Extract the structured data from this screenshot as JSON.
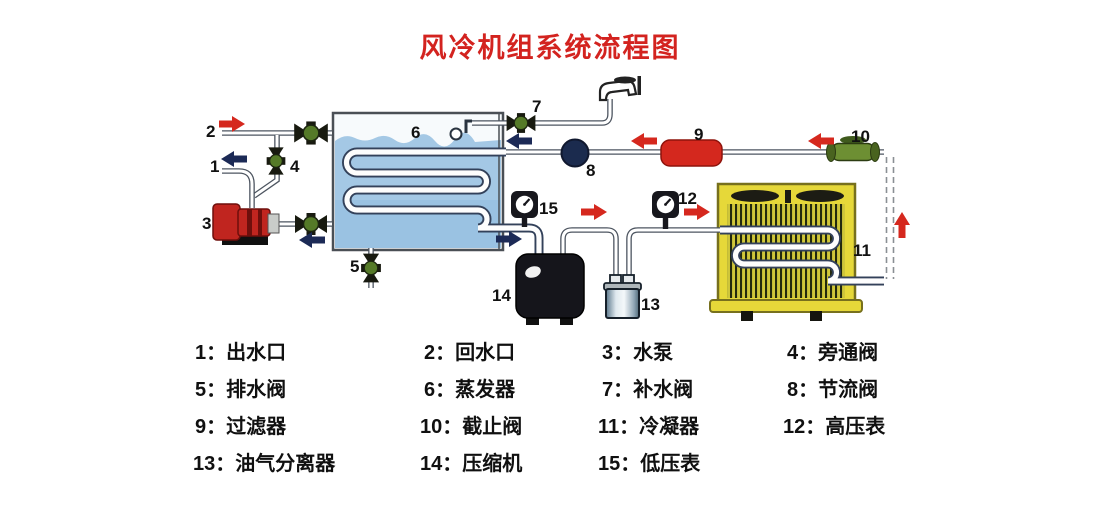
{
  "title": "风冷机组系统流程图",
  "diagram": {
    "numbers": [
      "1",
      "2",
      "3",
      "4",
      "5",
      "6",
      "7",
      "8",
      "9",
      "10",
      "11",
      "12",
      "13",
      "14",
      "15"
    ],
    "colors": {
      "title_red": "#d3231f",
      "evaporator_water": "#a4c8e5",
      "condenser_yellow": "#e6d839",
      "pump_red": "#c0251f",
      "filter_red": "#d4281e",
      "valve_green": "#557a28",
      "throttle_navy": "#1b2b4e",
      "compressor_black": "#17171d",
      "arrow_red": "#d5281e",
      "arrow_navy": "#1c2a56"
    }
  },
  "legend": {
    "items": [
      "1：出水口",
      "2：回水口",
      "3：水泵",
      "4：旁通阀",
      "5：排水阀",
      "6：蒸发器",
      "7：补水阀",
      "8：节流阀",
      "9：过滤器",
      "10：截止阀",
      "11：冷凝器",
      "12：高压表",
      "13：油气分离器",
      "14：压缩机",
      "15：低压表"
    ]
  }
}
